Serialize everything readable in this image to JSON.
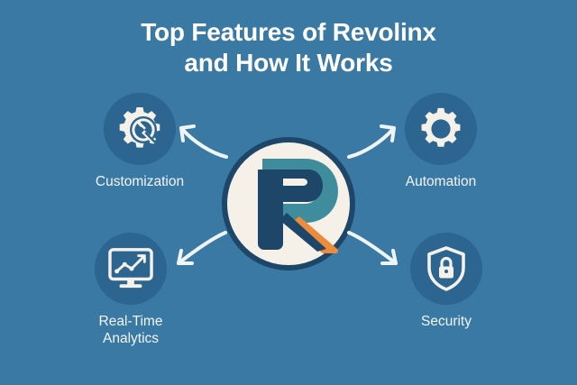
{
  "theme": {
    "background_color": "#3a79a4",
    "icon_circle_color": "#2b6590",
    "title_color": "#ffffff",
    "label_color": "#f2f5f8",
    "arrow_color": "#eef4f8",
    "logo_ring_color": "#1d4668",
    "logo_disc_color": "#f5f1e8",
    "logo_teal_color": "#3e8c9c",
    "logo_navy_color": "#1d4668",
    "logo_orange_color": "#ed8b3c"
  },
  "title": {
    "line1": "Top Features of Revolinx",
    "line2": "and How It Works"
  },
  "center": {
    "logo_name": "revolinx-logo",
    "letter": "R"
  },
  "features": [
    {
      "id": "customization",
      "label_line1": "Customization",
      "label_line2": "",
      "icon": "gear-wrench-icon"
    },
    {
      "id": "automation",
      "label_line1": "Automation",
      "label_line2": "",
      "icon": "gear-icon"
    },
    {
      "id": "analytics",
      "label_line1": "Real-Time",
      "label_line2": "Analytics",
      "icon": "monitor-chart-icon"
    },
    {
      "id": "security",
      "label_line1": "Security",
      "label_line2": "",
      "icon": "shield-lock-icon"
    }
  ],
  "arrows": [
    {
      "id": "to-customization",
      "direction": "up-left",
      "name": "arrow-to-customization"
    },
    {
      "id": "to-automation",
      "direction": "up-right",
      "name": "arrow-to-automation"
    },
    {
      "id": "to-analytics",
      "direction": "down-left",
      "name": "arrow-to-analytics"
    },
    {
      "id": "to-security",
      "direction": "down-right",
      "name": "arrow-to-security"
    }
  ]
}
